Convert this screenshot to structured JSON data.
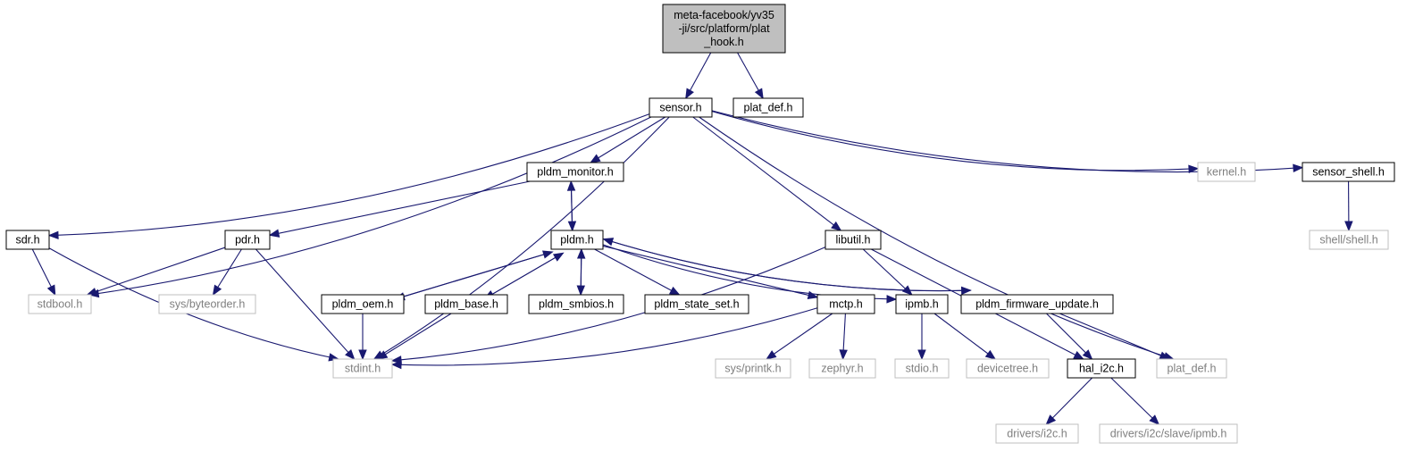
{
  "graph": {
    "colors": {
      "edge": "#191970",
      "root_fill": "#bfbfbf",
      "node_border": "#000000",
      "external_border": "#bfbfbf",
      "external_text": "#7f7f7f",
      "text": "#000000"
    },
    "nodes": [
      {
        "id": "root",
        "kind": "root",
        "lines": [
          "meta-facebook/yv35",
          "-ji/src/platform/plat",
          "_hook.h"
        ]
      },
      {
        "id": "sensor",
        "kind": "known",
        "lines": [
          "sensor.h"
        ]
      },
      {
        "id": "platdef1",
        "kind": "known",
        "lines": [
          "plat_def.h"
        ]
      },
      {
        "id": "pldm_monitor",
        "kind": "known",
        "lines": [
          "pldm_monitor.h"
        ]
      },
      {
        "id": "kernel",
        "kind": "external",
        "lines": [
          "kernel.h"
        ]
      },
      {
        "id": "sensor_shell",
        "kind": "known",
        "lines": [
          "sensor_shell.h"
        ]
      },
      {
        "id": "shell",
        "kind": "external",
        "lines": [
          "shell/shell.h"
        ]
      },
      {
        "id": "sdr",
        "kind": "known",
        "lines": [
          "sdr.h"
        ]
      },
      {
        "id": "pdr",
        "kind": "known",
        "lines": [
          "pdr.h"
        ]
      },
      {
        "id": "pldm",
        "kind": "known",
        "lines": [
          "pldm.h"
        ]
      },
      {
        "id": "libutil",
        "kind": "known",
        "lines": [
          "libutil.h"
        ]
      },
      {
        "id": "stdbool",
        "kind": "external",
        "lines": [
          "stdbool.h"
        ]
      },
      {
        "id": "byteorder",
        "kind": "external",
        "lines": [
          "sys/byteorder.h"
        ]
      },
      {
        "id": "pldm_oem",
        "kind": "known",
        "lines": [
          "pldm_oem.h"
        ]
      },
      {
        "id": "pldm_base",
        "kind": "known",
        "lines": [
          "pldm_base.h"
        ]
      },
      {
        "id": "pldm_smbios",
        "kind": "known",
        "lines": [
          "pldm_smbios.h"
        ]
      },
      {
        "id": "pldm_state_set",
        "kind": "known",
        "lines": [
          "pldm_state_set.h"
        ]
      },
      {
        "id": "mctp",
        "kind": "known",
        "lines": [
          "mctp.h"
        ]
      },
      {
        "id": "ipmb",
        "kind": "known",
        "lines": [
          "ipmb.h"
        ]
      },
      {
        "id": "pldm_fw",
        "kind": "known",
        "lines": [
          "pldm_firmware_update.h"
        ]
      },
      {
        "id": "stdint",
        "kind": "external",
        "lines": [
          "stdint.h"
        ]
      },
      {
        "id": "printk",
        "kind": "external",
        "lines": [
          "sys/printk.h"
        ]
      },
      {
        "id": "zephyr",
        "kind": "external",
        "lines": [
          "zephyr.h"
        ]
      },
      {
        "id": "stdio",
        "kind": "external",
        "lines": [
          "stdio.h"
        ]
      },
      {
        "id": "devicetree",
        "kind": "external",
        "lines": [
          "devicetree.h"
        ]
      },
      {
        "id": "hal_i2c",
        "kind": "known",
        "lines": [
          "hal_i2c.h"
        ]
      },
      {
        "id": "platdef2",
        "kind": "external",
        "lines": [
          "plat_def.h"
        ]
      },
      {
        "id": "drv_i2c",
        "kind": "external",
        "lines": [
          "drivers/i2c.h"
        ]
      },
      {
        "id": "drv_ipmb",
        "kind": "external",
        "lines": [
          "drivers/i2c/slave/ipmb.h"
        ]
      }
    ],
    "edges": [
      [
        "root",
        "sensor"
      ],
      [
        "root",
        "platdef1"
      ],
      [
        "sensor",
        "sdr"
      ],
      [
        "sensor",
        "stdbool"
      ],
      [
        "sensor",
        "stdint"
      ],
      [
        "sensor",
        "pldm_monitor"
      ],
      [
        "sensor",
        "libutil"
      ],
      [
        "sensor",
        "platdef2"
      ],
      [
        "sensor",
        "kernel"
      ],
      [
        "sensor",
        "sensor_shell"
      ],
      [
        "sensor_shell",
        "shell"
      ],
      [
        "pldm_monitor",
        "pdr"
      ],
      [
        "pldm_monitor",
        "pldm"
      ],
      [
        "pldm",
        "pldm_monitor"
      ],
      [
        "sdr",
        "stdbool"
      ],
      [
        "sdr",
        "stdint"
      ],
      [
        "pdr",
        "stdbool"
      ],
      [
        "pdr",
        "byteorder"
      ],
      [
        "pdr",
        "stdint"
      ],
      [
        "pldm",
        "pldm_oem"
      ],
      [
        "pldm_oem",
        "pldm"
      ],
      [
        "pldm",
        "pldm_base"
      ],
      [
        "pldm_base",
        "pldm"
      ],
      [
        "pldm",
        "pldm_smbios"
      ],
      [
        "pldm_smbios",
        "pldm"
      ],
      [
        "pldm",
        "pldm_state_set"
      ],
      [
        "pldm",
        "mctp"
      ],
      [
        "pldm",
        "ipmb"
      ],
      [
        "pldm",
        "pldm_fw"
      ],
      [
        "pldm_fw",
        "pldm"
      ],
      [
        "pldm_oem",
        "stdint"
      ],
      [
        "pldm_base",
        "stdint"
      ],
      [
        "libutil",
        "stdint"
      ],
      [
        "libutil",
        "ipmb"
      ],
      [
        "libutil",
        "hal_i2c"
      ],
      [
        "mctp",
        "stdint"
      ],
      [
        "mctp",
        "printk"
      ],
      [
        "mctp",
        "zephyr"
      ],
      [
        "ipmb",
        "stdio"
      ],
      [
        "ipmb",
        "devicetree"
      ],
      [
        "pldm_fw",
        "hal_i2c"
      ],
      [
        "pldm_fw",
        "platdef2"
      ],
      [
        "hal_i2c",
        "drv_i2c"
      ],
      [
        "hal_i2c",
        "drv_ipmb"
      ]
    ]
  }
}
